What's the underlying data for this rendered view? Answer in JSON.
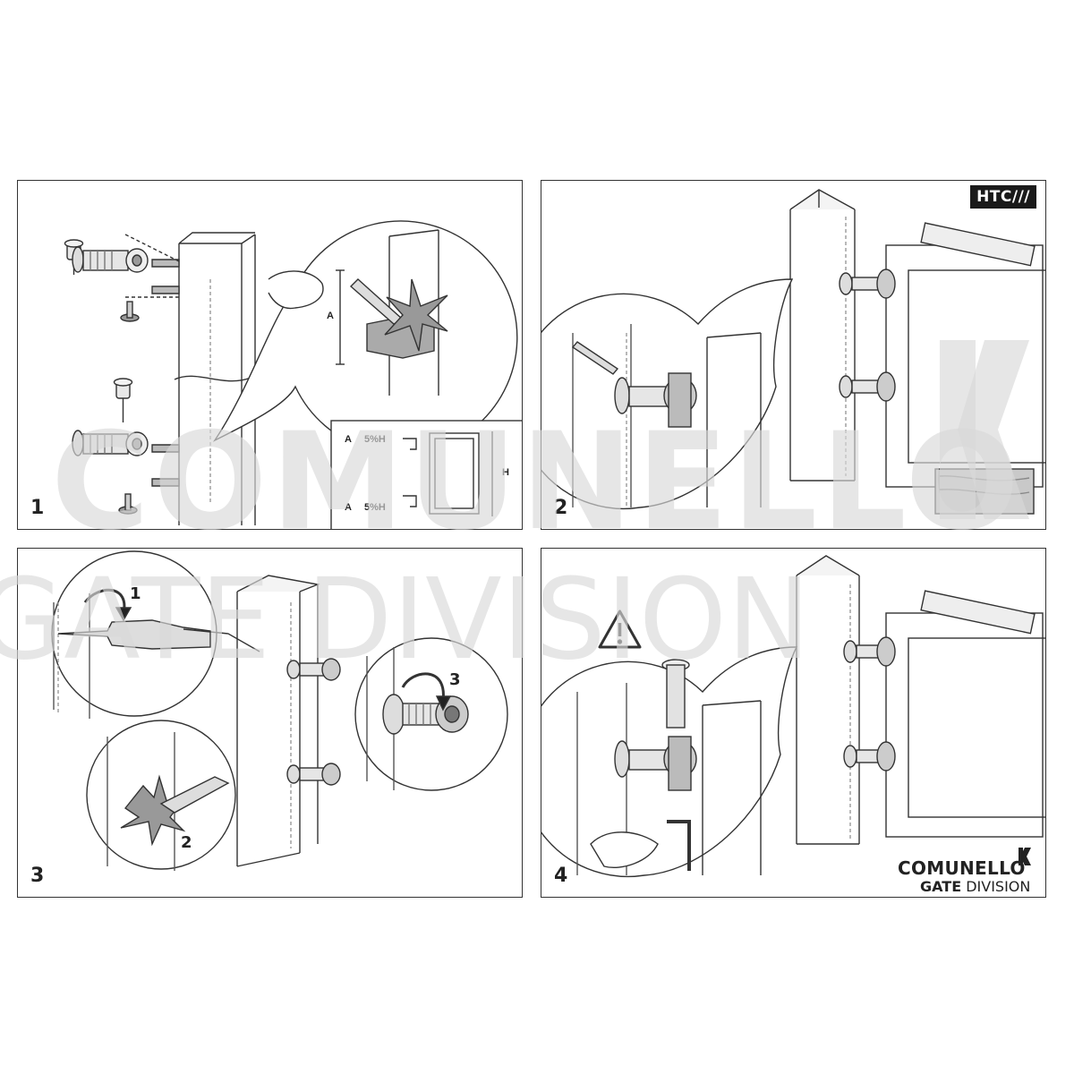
{
  "badge": {
    "label": "HTC///"
  },
  "panels": [
    {
      "step": "1"
    },
    {
      "step": "2"
    },
    {
      "step": "3"
    },
    {
      "step": "4"
    }
  ],
  "diagram1": {
    "dim_a": "A",
    "table_rows": [
      {
        "a": "A",
        "pct": "5%H"
      },
      {
        "a": "A",
        "pct": "5%H"
      }
    ],
    "height_label": "H"
  },
  "diagram3": {
    "markers": [
      "1",
      "2",
      "3"
    ]
  },
  "watermark": {
    "line1": "COMUNELLO",
    "line2": "GATE DIVISION"
  },
  "brand": {
    "name": "COMUNELLO",
    "gate": "GATE",
    "division": "DIVISION"
  },
  "colors": {
    "line": "#333333",
    "fill_light": "#eeeeee",
    "fill_mid": "#cfcfcf",
    "fill_dark": "#9a9a9a",
    "watermark": "#d9d9d9"
  }
}
